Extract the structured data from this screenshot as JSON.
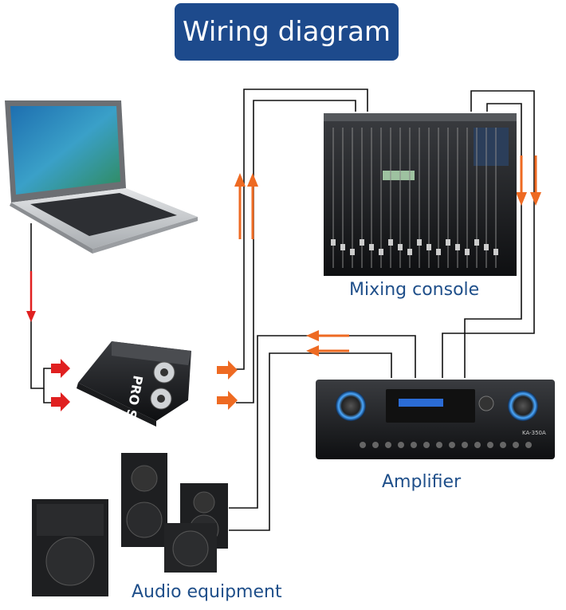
{
  "title": "Wiring diagram",
  "labels": {
    "mixer": "Mixing console",
    "amplifier": "Amplifier",
    "speakers": "Audio equipment"
  },
  "devices": {
    "di_box_brand": "PRO SX",
    "amp_model": "KA-350A"
  },
  "colors": {
    "title_bg": "#1d4a8c",
    "label_text": "#1f4f8a",
    "signal_arrow": "#ee6a22",
    "laptop_arrow": "#e02020",
    "wire": "#111111"
  }
}
